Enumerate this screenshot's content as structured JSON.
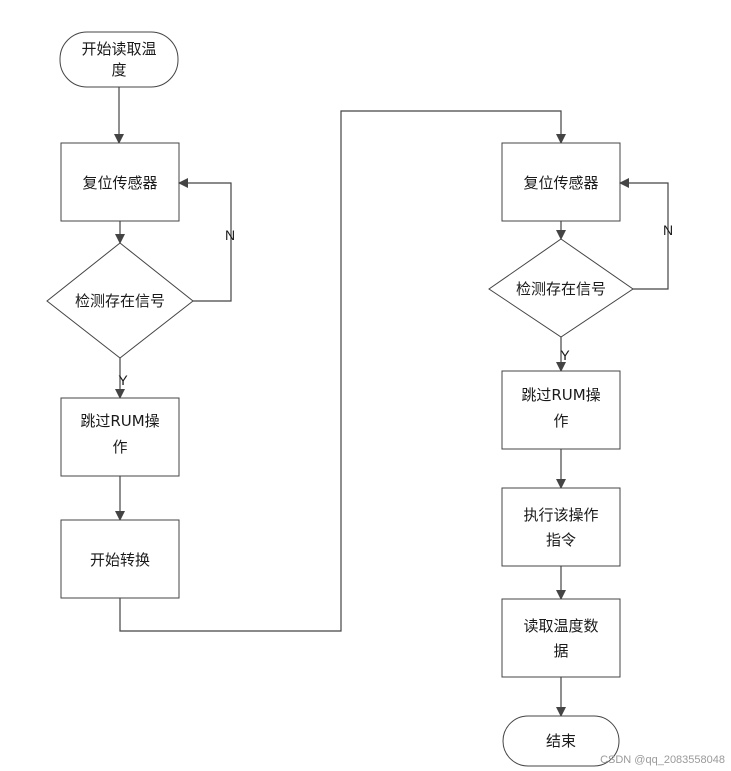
{
  "flowchart": {
    "left": {
      "start": [
        "开始读取温",
        "度"
      ],
      "reset": [
        "复位传感器"
      ],
      "detect": [
        "检测存在信号"
      ],
      "skip": [
        "跳过RUM操",
        "作"
      ],
      "convert": [
        "开始转换"
      ],
      "no_label": "N",
      "yes_label": "Y"
    },
    "right": {
      "reset": [
        "复位传感器"
      ],
      "detect": [
        "检测存在信号"
      ],
      "skip": [
        "跳过RUM操",
        "作"
      ],
      "execute": [
        "执行该操作",
        "指令"
      ],
      "read": [
        "读取温度数",
        "据"
      ],
      "end": [
        "结束"
      ],
      "no_label": "N",
      "yes_label": "Y"
    }
  },
  "watermark": "CSDN @qq_2083558048"
}
